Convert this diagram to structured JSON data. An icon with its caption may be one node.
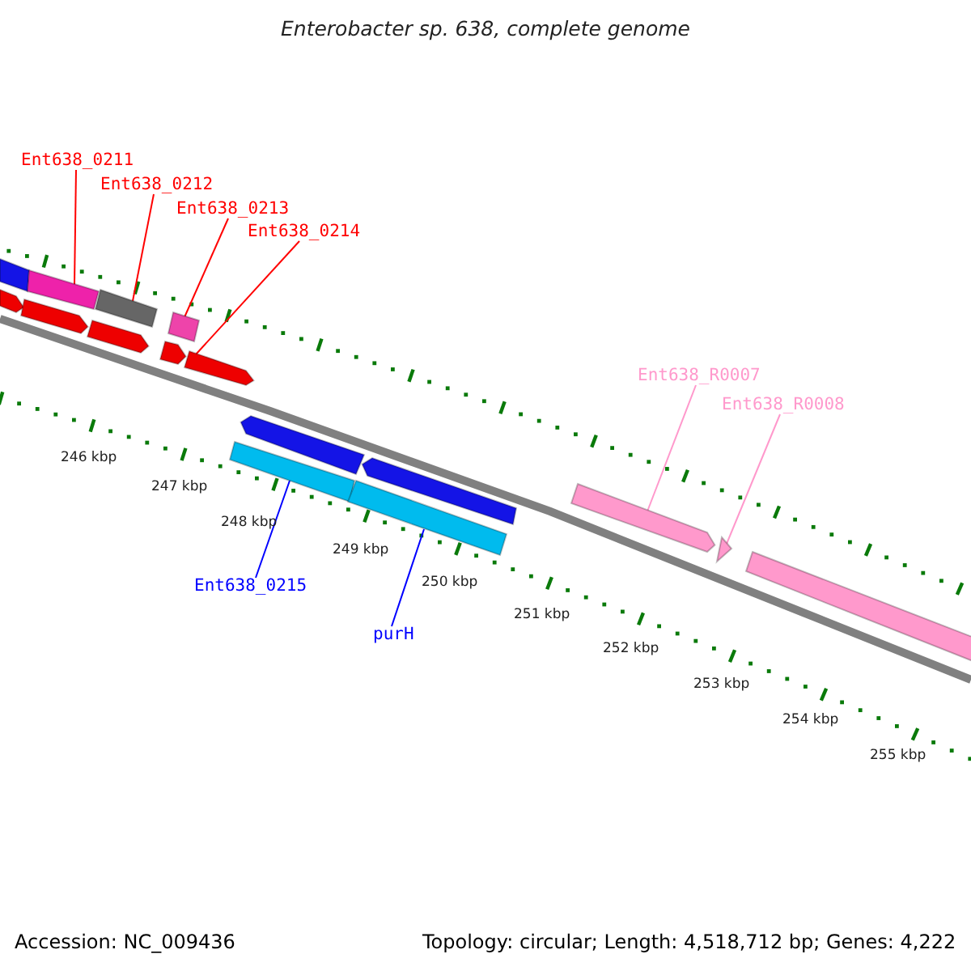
{
  "diagram": {
    "title": "Enterobacter sp. 638, complete genome",
    "nodes": [
      {
        "text": [
          "Ent638_0211"
        ]
      },
      {
        "text": [
          "Ent638_0212"
        ]
      },
      {
        "text": [
          "Ent638_0213"
        ]
      },
      {
        "text": [
          "Ent638_0214"
        ]
      },
      {
        "text": [
          "Ent638_0215"
        ]
      },
      {
        "text": [
          "purH"
        ]
      },
      {
        "text": [
          "Ent638_R0007"
        ]
      },
      {
        "text": [
          "Ent638_R0008"
        ]
      },
      {
        "text": [],
        "shape": "bar"
      },
      {
        "text": [],
        "shape": "arrow"
      },
      {
        "text": [],
        "shape": "arrow"
      },
      {
        "text": [],
        "shape": "bar"
      },
      {
        "text": [],
        "shape": "arrow"
      },
      {
        "text": [],
        "shape": "bar"
      },
      {
        "text": [],
        "shape": "arrow"
      },
      {
        "text": [],
        "shape": "bar"
      },
      {
        "text": [],
        "shape": "arrow"
      },
      {
        "text": [],
        "shape": "bar"
      },
      {
        "text": [],
        "shape": "arrow"
      },
      {
        "text": [],
        "shape": "bar"
      },
      {
        "text": [],
        "shape": "arrow"
      },
      {
        "text": [],
        "shape": "arrow"
      },
      {
        "text": [],
        "shape": "triangle"
      },
      {
        "text": [],
        "shape": "bar"
      }
    ],
    "edges": [
      {
        "from": 0,
        "to": 11,
        "arrow": "none"
      },
      {
        "from": 1,
        "to": 13,
        "arrow": "none"
      },
      {
        "from": 2,
        "to": 15,
        "arrow": "none"
      },
      {
        "from": 3,
        "to": 16,
        "arrow": "none"
      },
      {
        "from": 4,
        "to": 17,
        "arrow": "none",
        "color": "#0000ff"
      },
      {
        "from": 5,
        "to": 19,
        "arrow": "none",
        "color": "#0000ff"
      },
      {
        "from": 6,
        "to": 21,
        "arrow": "none",
        "color": "#ff99cc"
      },
      {
        "from": 7,
        "to": 22,
        "arrow": "none",
        "color": "#ff99cc"
      }
    ],
    "labels": [
      "246 kbp",
      "247 kbp",
      "248 kbp",
      "249 kbp",
      "250 kbp",
      "251 kbp",
      "252 kbp",
      "253 kbp",
      "254 kbp",
      "255 kbp",
      "Accession: NC_009436",
      "Topology: circular; Length: 4,518,712 bp; Genes: 4,222"
    ]
  }
}
